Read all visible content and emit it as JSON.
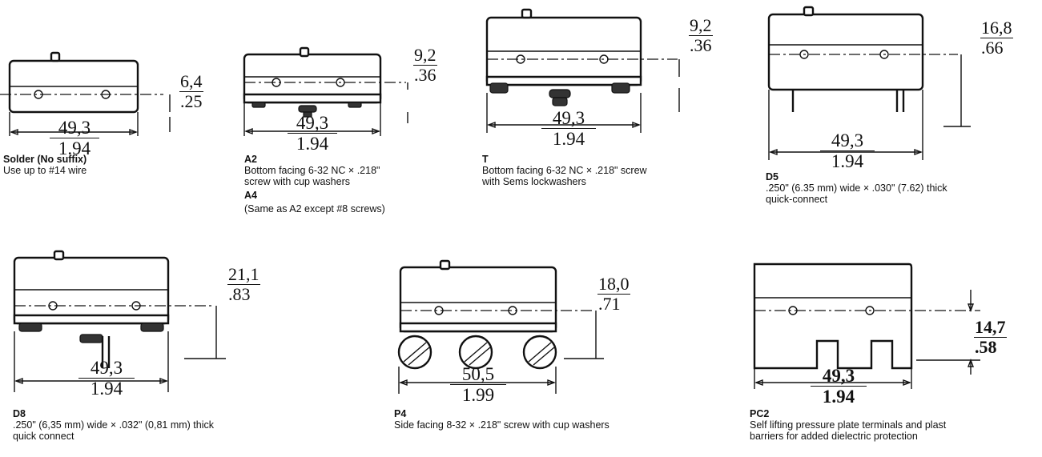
{
  "panels": [
    {
      "id": "solder",
      "height_top": "6,4",
      "height_bot": ".25",
      "width_top": "49,3",
      "width_bot": "1.94",
      "code": "Solder (No suffix)",
      "desc": [
        "Use up to #14 wire"
      ],
      "extra_code": "",
      "extra_desc": ""
    },
    {
      "id": "a2",
      "height_top": "9,2",
      "height_bot": ".36",
      "width_top": "49,3",
      "width_bot": "1.94",
      "code": "A2",
      "desc": [
        "Bottom facing 6-32 NC × .218\"",
        "screw with cup washers"
      ],
      "extra_code": "A4",
      "extra_desc": "(Same as A2 except #8 screws)"
    },
    {
      "id": "t",
      "height_top": "9,2",
      "height_bot": ".36",
      "width_top": "49,3",
      "width_bot": "1.94",
      "code": "T",
      "desc": [
        "Bottom facing 6-32 NC × .218\" screw",
        "with Sems lockwashers"
      ],
      "extra_code": "",
      "extra_desc": ""
    },
    {
      "id": "d5",
      "height_top": "16,8",
      "height_bot": ".66",
      "width_top": "49,3",
      "width_bot": "1.94",
      "code": "D5",
      "desc": [
        ".250\" (6.35 mm) wide × .030\" (7.62) thick",
        "quick-connect"
      ],
      "extra_code": "",
      "extra_desc": ""
    },
    {
      "id": "d8",
      "height_top": "21,1",
      "height_bot": ".83",
      "width_top": "49,3",
      "width_bot": "1.94",
      "code": "D8",
      "desc": [
        ".250\" (6,35 mm) wide × .032\" (0,81 mm) thick",
        "quick connect"
      ],
      "extra_code": "",
      "extra_desc": ""
    },
    {
      "id": "p4",
      "height_top": "18,0",
      "height_bot": ".71",
      "width_top": "50,5",
      "width_bot": "1.99",
      "code": "P4",
      "desc": [
        "Side facing 8-32 × .218\" screw with cup washers"
      ],
      "extra_code": "",
      "extra_desc": ""
    },
    {
      "id": "pc2",
      "height_top": "14,7",
      "height_bot": ".58",
      "width_top": "49,3",
      "width_bot": "1.94",
      "code": "PC2",
      "desc": [
        "Self lifting pressure plate terminals and plast",
        "barriers for added dielectric protection"
      ],
      "extra_code": "",
      "extra_desc": ""
    }
  ]
}
